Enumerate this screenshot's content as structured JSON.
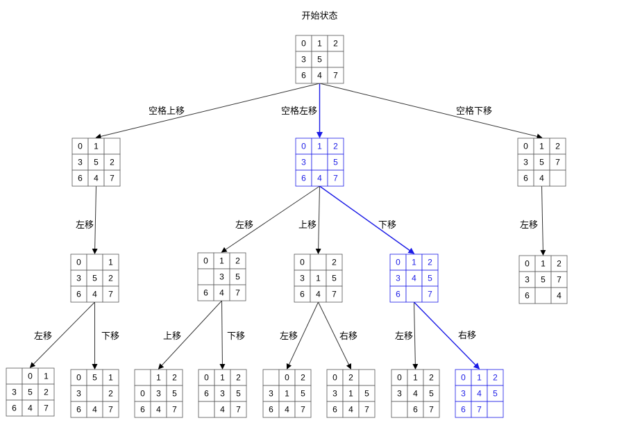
{
  "title": "开始状态",
  "colors": {
    "normal": "#000000",
    "highlight": "#1a1ae6",
    "grid": "#555555"
  },
  "nodes": [
    {
      "id": "start",
      "cells": [
        "0",
        "1",
        "2",
        "3",
        "5",
        "",
        "6",
        "4",
        "7"
      ],
      "highlight": false
    },
    {
      "id": "up",
      "cells": [
        "0",
        "1",
        "",
        "3",
        "5",
        "2",
        "6",
        "4",
        "7"
      ],
      "highlight": false
    },
    {
      "id": "left",
      "cells": [
        "0",
        "1",
        "2",
        "3",
        "",
        "5",
        "6",
        "4",
        "7"
      ],
      "highlight": true
    },
    {
      "id": "down",
      "cells": [
        "0",
        "1",
        "2",
        "3",
        "5",
        "7",
        "6",
        "4",
        ""
      ],
      "highlight": false
    },
    {
      "id": "up-left",
      "cells": [
        "0",
        "",
        "1",
        "3",
        "5",
        "2",
        "6",
        "4",
        "7"
      ],
      "highlight": false
    },
    {
      "id": "left-left",
      "cells": [
        "0",
        "1",
        "2",
        "",
        "3",
        "5",
        "6",
        "4",
        "7"
      ],
      "highlight": false
    },
    {
      "id": "left-up",
      "cells": [
        "0",
        "",
        "2",
        "3",
        "1",
        "5",
        "6",
        "4",
        "7"
      ],
      "highlight": false
    },
    {
      "id": "left-down",
      "cells": [
        "0",
        "1",
        "2",
        "3",
        "4",
        "5",
        "6",
        "",
        "7"
      ],
      "highlight": true
    },
    {
      "id": "down-left",
      "cells": [
        "0",
        "1",
        "2",
        "3",
        "5",
        "7",
        "6",
        "",
        "4"
      ],
      "highlight": false
    },
    {
      "id": "ul-left",
      "cells": [
        "",
        "0",
        "1",
        "3",
        "5",
        "2",
        "6",
        "4",
        "7"
      ],
      "highlight": false
    },
    {
      "id": "ul-down",
      "cells": [
        "0",
        "5",
        "1",
        "3",
        "",
        "2",
        "6",
        "4",
        "7"
      ],
      "highlight": false
    },
    {
      "id": "ll-up",
      "cells": [
        "",
        "1",
        "2",
        "0",
        "3",
        "5",
        "6",
        "4",
        "7"
      ],
      "highlight": false
    },
    {
      "id": "ll-down",
      "cells": [
        "0",
        "1",
        "2",
        "6",
        "3",
        "5",
        "",
        "4",
        "7"
      ],
      "highlight": false
    },
    {
      "id": "lu-left",
      "cells": [
        "",
        "0",
        "2",
        "3",
        "1",
        "5",
        "6",
        "4",
        "7"
      ],
      "highlight": false
    },
    {
      "id": "lu-right",
      "cells": [
        "0",
        "2",
        "",
        "3",
        "1",
        "5",
        "6",
        "4",
        "7"
      ],
      "highlight": false
    },
    {
      "id": "ld-left",
      "cells": [
        "0",
        "1",
        "2",
        "3",
        "4",
        "5",
        "",
        "6",
        "7"
      ],
      "highlight": false
    },
    {
      "id": "ld-right",
      "cells": [
        "0",
        "1",
        "2",
        "3",
        "4",
        "5",
        "6",
        "7",
        ""
      ],
      "highlight": true
    }
  ],
  "edges": [
    {
      "from": "start",
      "to": "up",
      "label": "空格上移",
      "highlight": false
    },
    {
      "from": "start",
      "to": "left",
      "label": "空格左移",
      "highlight": true
    },
    {
      "from": "start",
      "to": "down",
      "label": "空格下移",
      "highlight": false
    },
    {
      "from": "up",
      "to": "up-left",
      "label": "左移",
      "highlight": false
    },
    {
      "from": "left",
      "to": "left-left",
      "label": "左移",
      "highlight": false
    },
    {
      "from": "left",
      "to": "left-up",
      "label": "上移",
      "highlight": false
    },
    {
      "from": "left",
      "to": "left-down",
      "label": "下移",
      "highlight": true
    },
    {
      "from": "down",
      "to": "down-left",
      "label": "左移",
      "highlight": false
    },
    {
      "from": "up-left",
      "to": "ul-left",
      "label": "左移",
      "highlight": false
    },
    {
      "from": "up-left",
      "to": "ul-down",
      "label": "下移",
      "highlight": false
    },
    {
      "from": "left-left",
      "to": "ll-up",
      "label": "上移",
      "highlight": false
    },
    {
      "from": "left-left",
      "to": "ll-down",
      "label": "下移",
      "highlight": false
    },
    {
      "from": "left-up",
      "to": "lu-left",
      "label": "左移",
      "highlight": false
    },
    {
      "from": "left-up",
      "to": "lu-right",
      "label": "右移",
      "highlight": false
    },
    {
      "from": "left-down",
      "to": "ld-left",
      "label": "左移",
      "highlight": false
    },
    {
      "from": "left-down",
      "to": "ld-right",
      "label": "右移",
      "highlight": true
    }
  ]
}
